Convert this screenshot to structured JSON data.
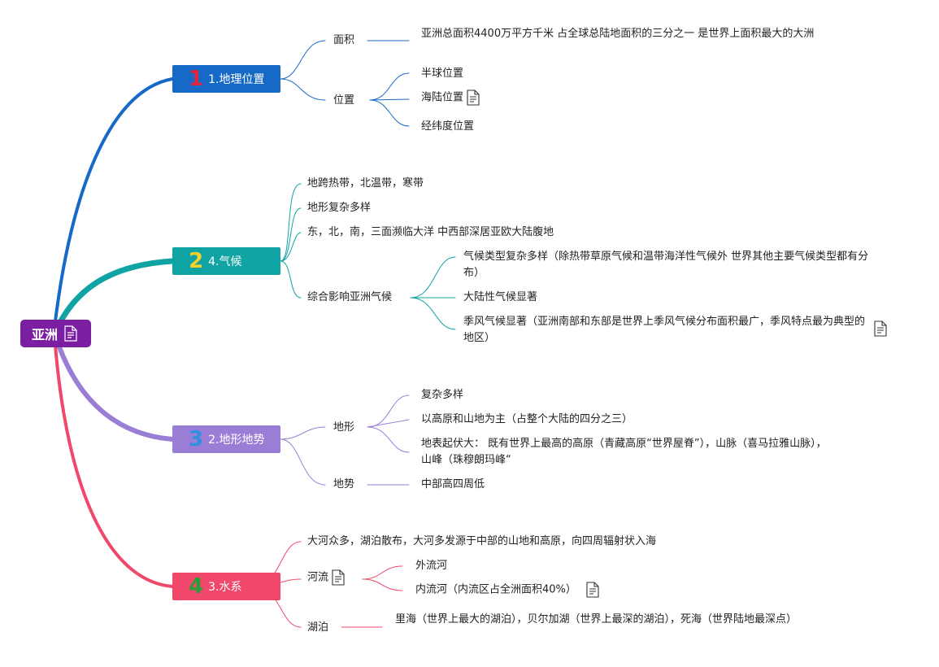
{
  "central": {
    "label": "亚洲"
  },
  "topics": [
    {
      "num": "1",
      "label": "1.地理位置",
      "color": "#1769c7",
      "num_color": "#e1253a",
      "children": [
        {
          "label": "面积",
          "children": [
            {
              "label": "亚洲总面积4400万平方千米 占全球总陆地面积的三分之一 是世界上面积最大的大洲"
            }
          ]
        },
        {
          "label": "位置",
          "children": [
            {
              "label": "半球位置"
            },
            {
              "label": "海陆位置"
            },
            {
              "label": "经纬度位置"
            }
          ]
        }
      ]
    },
    {
      "num": "2",
      "label": "4.气候",
      "color": "#0fa3a3",
      "num_color": "#f4d12b",
      "children": [
        {
          "label": "地跨热带，北温带，寒带"
        },
        {
          "label": "地形复杂多样"
        },
        {
          "label": "东，北，南，三面濒临大洋 中西部深居亚欧大陆腹地"
        },
        {
          "label": "综合影响亚洲气候",
          "children": [
            {
              "label": "气候类型复杂多样（除热带草原气候和温带海洋性气候外 世界其他主要气候类型都有分布）"
            },
            {
              "label": "大陆性气候显著"
            },
            {
              "label": "季风气候显著（亚洲南部和东部是世界上季风气候分布面积最广，季风特点最为典型的地区）"
            }
          ]
        }
      ]
    },
    {
      "num": "3",
      "label": "2.地形地势",
      "color": "#9a7ed6",
      "num_color": "#2f8fe0",
      "children": [
        {
          "label": "地形",
          "children": [
            {
              "label": "复杂多样"
            },
            {
              "label": "以高原和山地为主（占整个大陆的四分之三）"
            },
            {
              "label": "地表起伏大： 既有世界上最高的高原（青藏高原“世界屋脊”），山脉（喜马拉雅山脉），山峰（珠穆朗玛峰“"
            }
          ]
        },
        {
          "label": "地势",
          "children": [
            {
              "label": "中部高四周低"
            }
          ]
        }
      ]
    },
    {
      "num": "4",
      "label": "3.水系",
      "color": "#f0476a",
      "num_color": "#2c9b3a",
      "children": [
        {
          "label": "大河众多，湖泊散布，大河多发源于中部的山地和高原，向四周辐射状入海"
        },
        {
          "label": "河流",
          "children": [
            {
              "label": "外流河"
            },
            {
              "label": "内流河（内流区占全洲面积40%）"
            }
          ]
        },
        {
          "label": "湖泊",
          "children": [
            {
              "label": "里海（世界上最大的湖泊），贝尔加湖（世界上最深的湖泊），死海（世界陆地最深点）"
            }
          ]
        }
      ]
    }
  ],
  "icons": {
    "note": "note-document-icon"
  }
}
